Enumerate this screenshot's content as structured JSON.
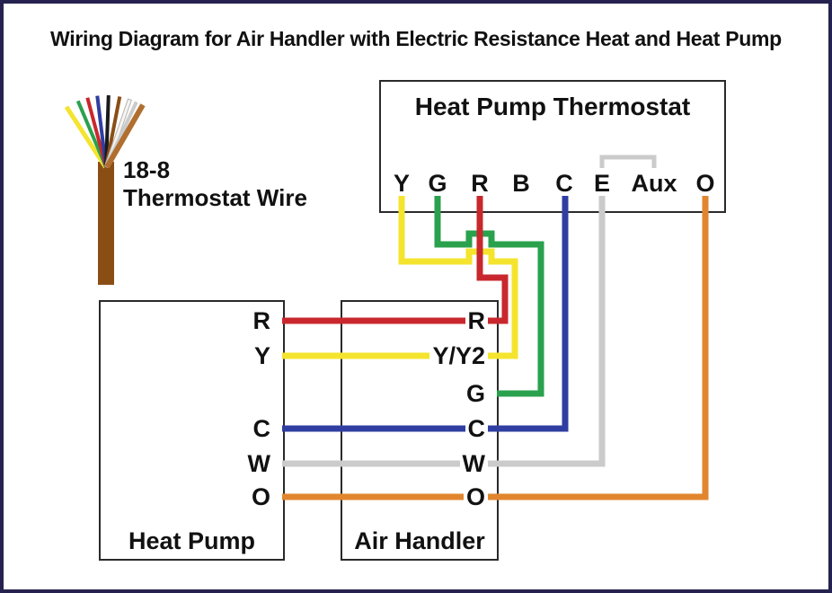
{
  "title": "Wiring Diagram for Air Handler with Electric Resistance Heat and Heat Pump",
  "cable": {
    "label_line1": "18-8",
    "label_line2": "Thermostat Wire"
  },
  "thermostat": {
    "title": "Heat Pump Thermostat",
    "terminals": [
      "Y",
      "G",
      "R",
      "B",
      "C",
      "E",
      "Aux",
      "O"
    ]
  },
  "heat_pump": {
    "title": "Heat Pump",
    "terminals": [
      "R",
      "Y",
      "C",
      "W",
      "O"
    ]
  },
  "air_handler": {
    "title": "Air Handler",
    "terminals": [
      "R",
      "Y/Y2",
      "G",
      "C",
      "W",
      "O"
    ]
  },
  "colors": {
    "yellow": "#F4E42E",
    "green": "#2AA14D",
    "red": "#C8282D",
    "blue": "#2F3EA0",
    "gray": "#CBCBCB",
    "orange": "#E1862E",
    "brown": "#8A4E15",
    "black_wire": "#1A1A1A",
    "white_wire": "#F7F5F0",
    "tan": "#B06F2F",
    "border_navy": "#26224F",
    "box_border": "#2A2A2A"
  }
}
